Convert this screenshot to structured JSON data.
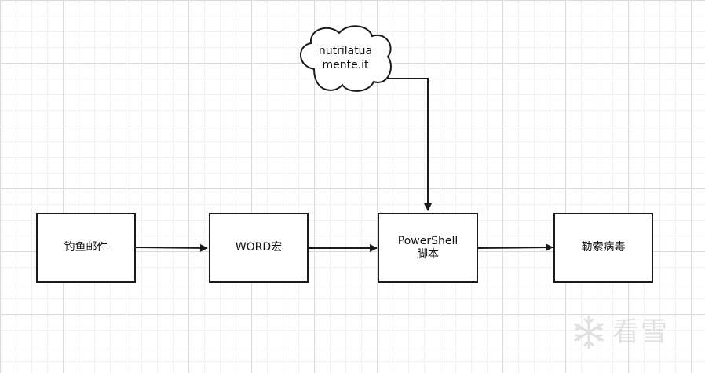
{
  "diagram": {
    "nodes": {
      "phishing": {
        "label": "钓鱼邮件"
      },
      "word_macro": {
        "label": "WORD宏"
      },
      "powershell": {
        "line1": "PowerShell",
        "line2": "脚本"
      },
      "ransomware": {
        "label": "勒索病毒"
      },
      "domain_cloud": {
        "line1": "nutrilatua",
        "line2": "mente.it"
      }
    },
    "edges": [
      {
        "from": "phishing",
        "to": "word_macro"
      },
      {
        "from": "word_macro",
        "to": "powershell"
      },
      {
        "from": "powershell",
        "to": "ransomware"
      },
      {
        "from": "domain_cloud",
        "to": "powershell"
      }
    ],
    "colors": {
      "stroke": "#1a1a1a",
      "grid_major": "#dadada",
      "grid_minor": "#f1f1f1",
      "watermark": "#c9c9c9"
    }
  },
  "watermark": {
    "icon": "snowflake-icon",
    "text": "看雪"
  }
}
